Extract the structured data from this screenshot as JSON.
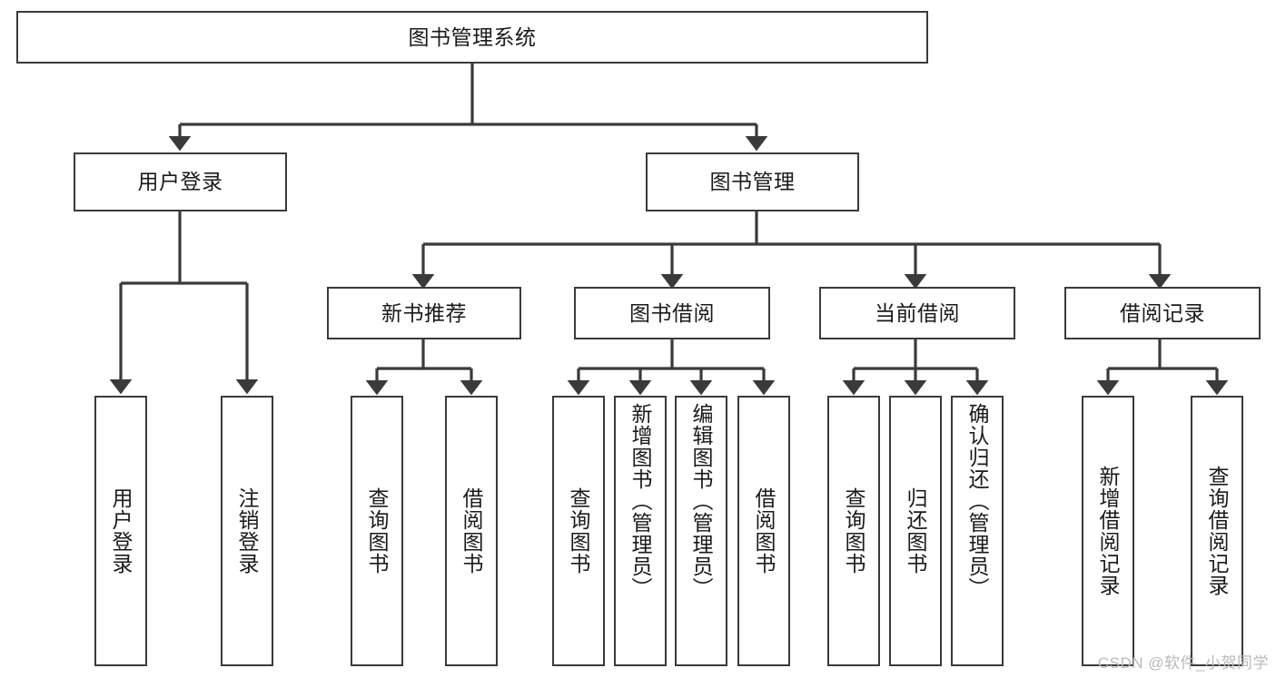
{
  "diagram": {
    "title": "图书管理系统",
    "type": "hierarchy-tree",
    "watermark": "CSDN @软件_小贺同学",
    "colors": {
      "background": "#ffffff",
      "box_border": "#3a3a3a",
      "connector": "#3a3a3a",
      "text": "#1a1a1a",
      "watermark": "#b9b9b9"
    },
    "nodes": {
      "root": {
        "label": "图书管理系统",
        "level": 1,
        "orientation": "horizontal"
      },
      "l2": [
        {
          "id": "user-login",
          "label": "用户登录",
          "level": 2,
          "orientation": "horizontal"
        },
        {
          "id": "book-manage",
          "label": "图书管理",
          "level": 2,
          "orientation": "horizontal"
        }
      ],
      "l3": [
        {
          "id": "new-book-rec",
          "label": "新书推荐",
          "level": 3,
          "orientation": "horizontal"
        },
        {
          "id": "book-borrow",
          "label": "图书借阅",
          "level": 3,
          "orientation": "horizontal"
        },
        {
          "id": "current-borrow",
          "label": "当前借阅",
          "level": 3,
          "orientation": "horizontal"
        },
        {
          "id": "borrow-record",
          "label": "借阅记录",
          "level": 3,
          "orientation": "horizontal"
        }
      ],
      "leaves": [
        {
          "id": "leaf-user-login",
          "label": "用户登录",
          "parent": "user-login",
          "orientation": "vertical"
        },
        {
          "id": "leaf-user-logout",
          "label": "注销登录",
          "parent": "user-login",
          "orientation": "vertical"
        },
        {
          "id": "leaf-query-book-1",
          "label": "查询图书",
          "parent": "new-book-rec",
          "orientation": "vertical"
        },
        {
          "id": "leaf-borrow-book-1",
          "label": "借阅图书",
          "parent": "new-book-rec",
          "orientation": "vertical"
        },
        {
          "id": "leaf-query-book-2",
          "label": "查询图书",
          "parent": "book-borrow",
          "orientation": "vertical"
        },
        {
          "id": "leaf-add-book",
          "label": "新增图书（管理员）",
          "parent": "book-borrow",
          "orientation": "vertical"
        },
        {
          "id": "leaf-edit-book",
          "label": "编辑图书（管理员）",
          "parent": "book-borrow",
          "orientation": "vertical"
        },
        {
          "id": "leaf-borrow-book-2",
          "label": "借阅图书",
          "parent": "book-borrow",
          "orientation": "vertical"
        },
        {
          "id": "leaf-query-book-3",
          "label": "查询图书",
          "parent": "current-borrow",
          "orientation": "vertical"
        },
        {
          "id": "leaf-return-book",
          "label": "归还图书",
          "parent": "current-borrow",
          "orientation": "vertical"
        },
        {
          "id": "leaf-confirm-return",
          "label": "确认归还（管理员）",
          "parent": "current-borrow",
          "orientation": "vertical"
        },
        {
          "id": "leaf-add-record",
          "label": "新增借阅记录",
          "parent": "borrow-record",
          "orientation": "vertical"
        },
        {
          "id": "leaf-query-record",
          "label": "查询借阅记录",
          "parent": "borrow-record",
          "orientation": "vertical"
        }
      ]
    }
  }
}
